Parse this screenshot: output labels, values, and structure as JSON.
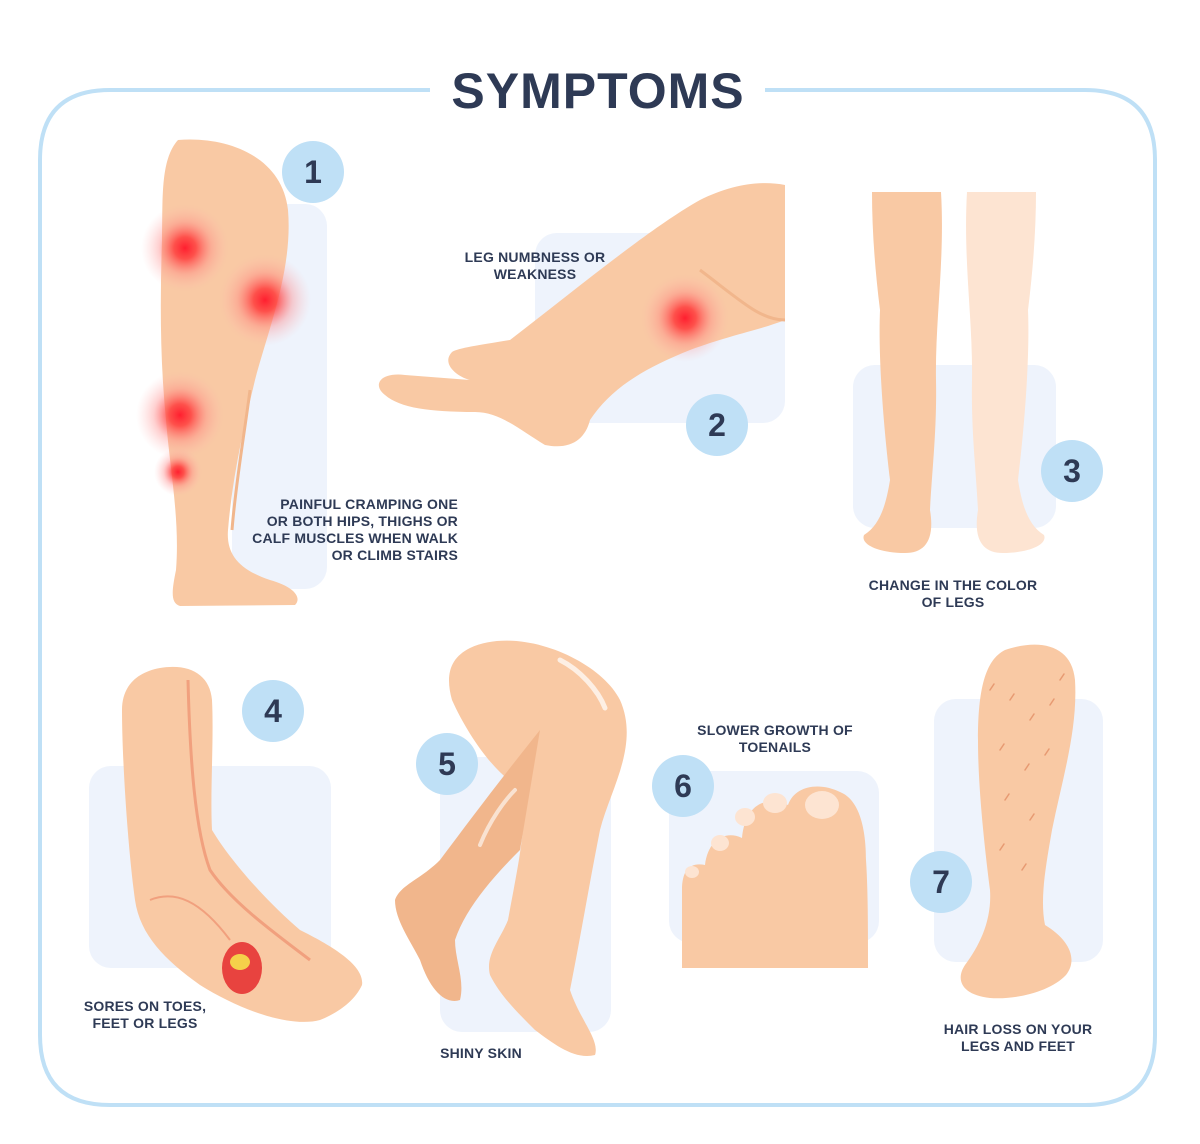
{
  "title": "SYMPTOMS",
  "colors": {
    "frame": "#bfe0f6",
    "panel": "#eef3fc",
    "skin": "#f9c9a4",
    "skin_shadow": "#f1b68c",
    "pale_skin": "#fde4d2",
    "pain": "#ff2b2b",
    "badge": "#bfe0f6",
    "text": "#2e3a55"
  },
  "symptoms": [
    {
      "number": "1",
      "label": "PAINFUL CRAMPING ONE\nOR BOTH HIPS, THIGHS OR\nCALF MUSCLES WHEN WALK\nOR CLIMB STAIRS"
    },
    {
      "number": "2",
      "label": "LEG NUMBNESS OR\nWEAKNESS"
    },
    {
      "number": "3",
      "label": "CHANGE IN THE COLOR\nOF LEGS"
    },
    {
      "number": "4",
      "label": "SORES ON TOES,\nFEET OR LEGS"
    },
    {
      "number": "5",
      "label": "SHINY SKIN"
    },
    {
      "number": "6",
      "label": "SLOWER GROWTH OF\nTOENAILS"
    },
    {
      "number": "7",
      "label": "HAIR LOSS ON YOUR\nLEGS AND FEET"
    }
  ]
}
